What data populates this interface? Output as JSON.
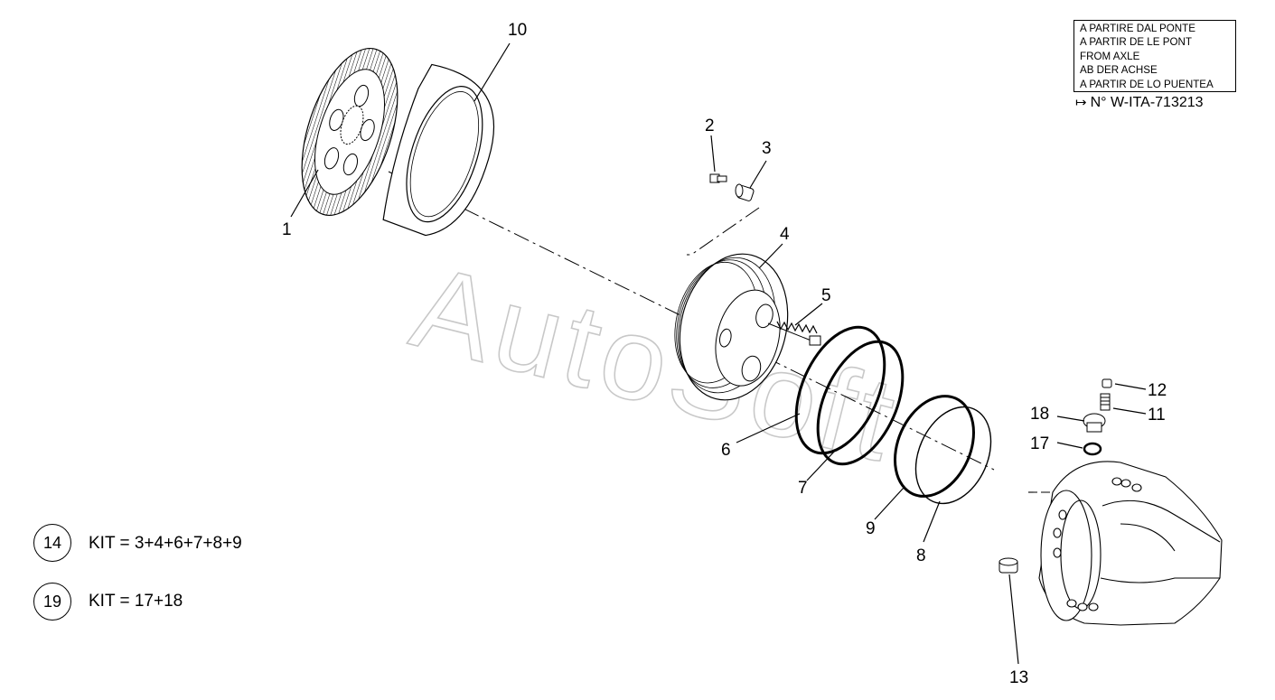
{
  "serial_box": {
    "lines": [
      "A PARTIRE DAL PONTE",
      "A PARTIR DE LE PONT",
      "FROM AXLE",
      "AB DER ACHSE",
      "A PARTIR DE LO PUENTEA"
    ],
    "serial_number": "N° W-ITA-713213"
  },
  "callouts": [
    "1",
    "2",
    "3",
    "4",
    "5",
    "6",
    "7",
    "8",
    "9",
    "10",
    "11",
    "12",
    "13",
    "17",
    "18"
  ],
  "kits": [
    {
      "number": "14",
      "label": "KIT = 3+4+6+7+8+9"
    },
    {
      "number": "19",
      "label": "KIT = 17+18"
    }
  ],
  "watermark": "AutoSoft"
}
